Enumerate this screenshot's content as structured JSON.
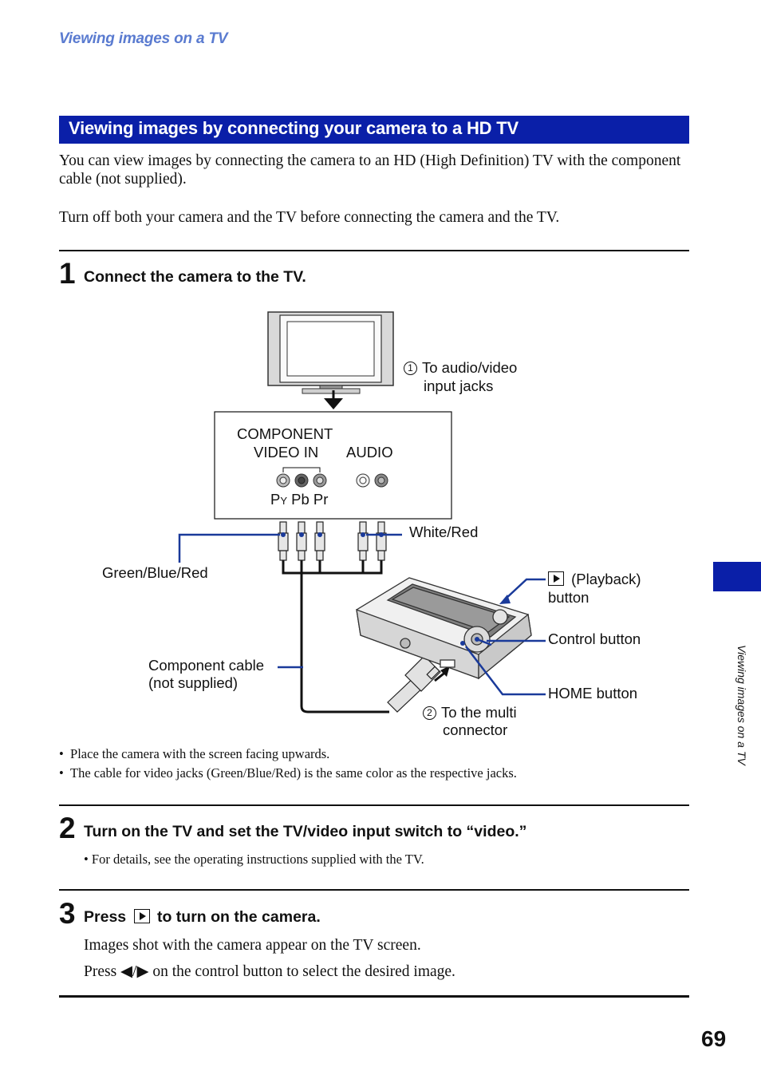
{
  "running_head": "Viewing images on a TV",
  "section_title": "Viewing images by connecting your camera to a HD TV",
  "intro": {
    "p1": "You can view images by connecting the camera to an HD (High Definition) TV with the component cable (not supplied).",
    "p2": "Turn off both your camera and the TV before connecting the camera and the TV."
  },
  "steps": [
    {
      "number": "1",
      "title": "Connect the camera to the TV.",
      "notes": [
        "Place the camera with the screen facing upwards.",
        "The cable for video jacks (Green/Blue/Red) is the same color as the respective jacks."
      ]
    },
    {
      "number": "2",
      "title": "Turn on the TV and set the TV/video input switch to “video.”",
      "notes": [
        "For details, see the operating instructions supplied with the TV."
      ]
    },
    {
      "number": "3",
      "title_before": "Press",
      "title_after": "to turn on the camera.",
      "body": [
        "Images shot with the camera appear on the TV screen.",
        "Press ◀/▶ on the control button to select the desired image."
      ]
    }
  ],
  "diagram": {
    "callout_1_num": "1",
    "callout_1_line1": "To audio/video",
    "callout_1_line2": "input jacks",
    "component": "COMPONENT",
    "video_in": "VIDEO IN",
    "audio": "AUDIO",
    "py": "P",
    "py_sub": "Y",
    "pb_pr": " Pb Pr",
    "white_red": "White/Red",
    "green_blue_red": "Green/Blue/Red",
    "playback_label": "(Playback)",
    "playback_button": "button",
    "control_button": "Control button",
    "home_button": "HOME button",
    "component_cable_1": "Component cable",
    "component_cable_2": "(not supplied)",
    "callout_2_num": "2",
    "callout_2_line1": "To the multi",
    "callout_2_line2": "connector",
    "icon": "playback-icon"
  },
  "side_label": "Viewing images on a TV",
  "page_number": "69",
  "colors": {
    "section_bar": "#0a1fa8",
    "running_head": "#5a7bd0",
    "leader_line": "#1a3a9a"
  }
}
